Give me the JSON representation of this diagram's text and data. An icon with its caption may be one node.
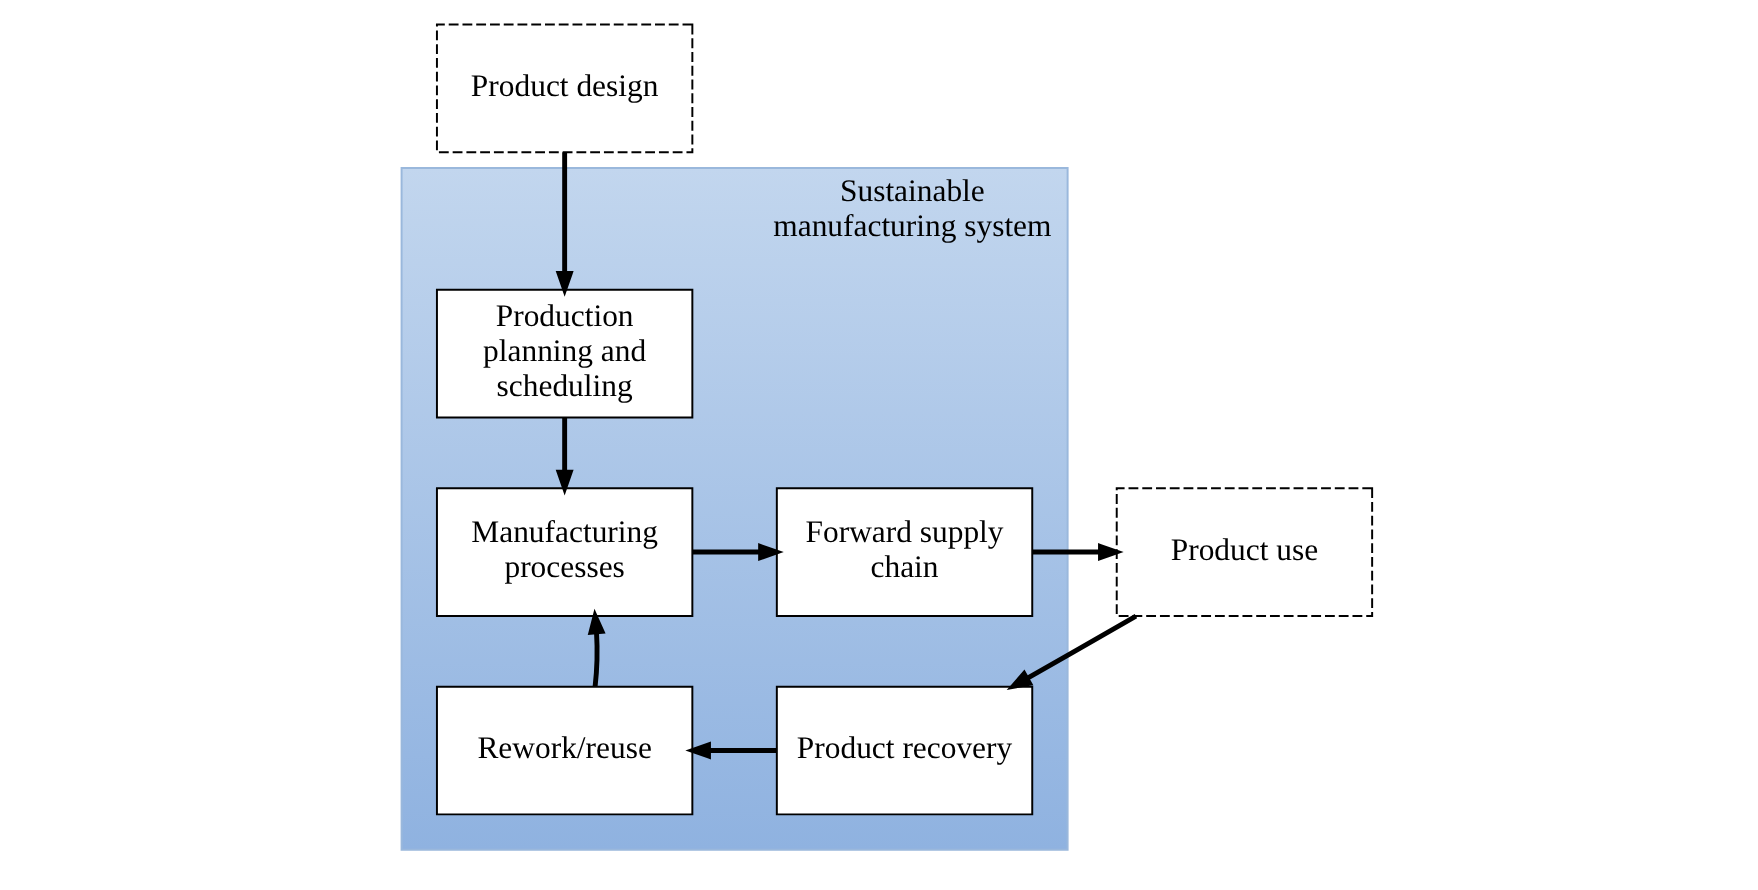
{
  "diagram": {
    "nodes": [
      {
        "text": [
          "Product design"
        ]
      },
      {
        "text": [
          "Sustainable manufacturing system"
        ]
      },
      {
        "text": [
          "Production planning and scheduling"
        ],
        "in": 1
      },
      {
        "text": [
          "Manufacturing processes"
        ],
        "in": 1
      },
      {
        "text": [
          "Forward supply chain"
        ],
        "in": 1
      },
      {
        "text": [
          "Product use"
        ]
      },
      {
        "text": [
          "Rework/reuse"
        ],
        "in": 1
      },
      {
        "text": [
          "Product recovery"
        ],
        "in": 1
      }
    ],
    "edges": [
      {
        "from": 0,
        "to": 2,
        "arrow": "to"
      },
      {
        "from": 2,
        "to": 3,
        "arrow": "to"
      },
      {
        "from": 3,
        "to": 4,
        "arrow": "to"
      },
      {
        "from": 4,
        "to": 5,
        "arrow": "to"
      },
      {
        "from": 5,
        "to": 7,
        "arrow": "to"
      },
      {
        "from": 7,
        "to": 6,
        "arrow": "to"
      },
      {
        "from": 6,
        "to": 3,
        "arrow": "to"
      }
    ]
  }
}
